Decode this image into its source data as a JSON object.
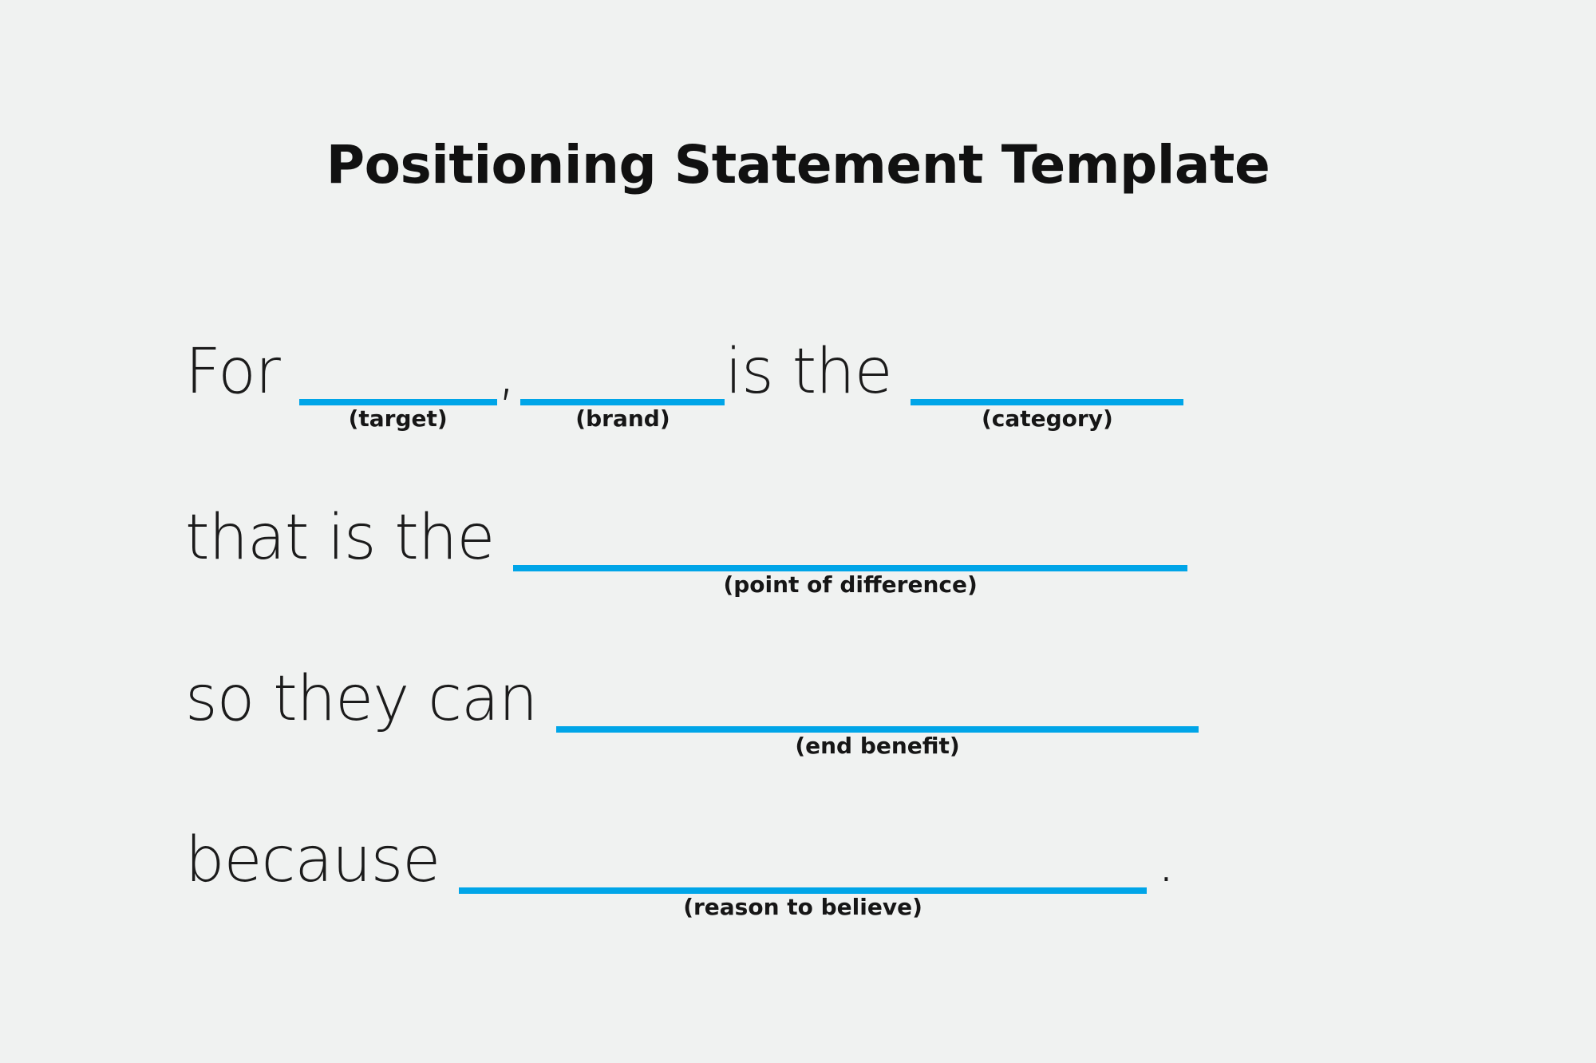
{
  "page": {
    "title": "Positioning Statement Template",
    "background_color": "#f0f2f1",
    "accent_color": "#00a5e8",
    "text_color": "#1b1b1b"
  },
  "template": {
    "lines": [
      {
        "id": "line-1",
        "segments": [
          {
            "type": "text",
            "value": "For "
          },
          {
            "type": "blank",
            "hint": "(target)"
          },
          {
            "type": "text",
            "value": ","
          },
          {
            "type": "blank",
            "hint": "(brand)"
          },
          {
            "type": "text",
            "value": "is the "
          },
          {
            "type": "blank",
            "hint": "(category)"
          }
        ]
      },
      {
        "id": "line-2",
        "segments": [
          {
            "type": "text",
            "value": "that is the "
          },
          {
            "type": "blank",
            "hint": "(point of difference)"
          }
        ]
      },
      {
        "id": "line-3",
        "segments": [
          {
            "type": "text",
            "value": "so they can "
          },
          {
            "type": "blank",
            "hint": "(end benefit)"
          }
        ]
      },
      {
        "id": "line-4",
        "segments": [
          {
            "type": "text",
            "value": "because "
          },
          {
            "type": "blank",
            "hint": "(reason to believe)"
          },
          {
            "type": "text",
            "value": "."
          }
        ]
      }
    ],
    "labels": {
      "target": "(target)",
      "brand": "(brand)",
      "category": "(category)",
      "point_of_difference": "(point of difference)",
      "end_benefit": "(end benefit)",
      "reason_to_believe": "(reason to believe)"
    },
    "words": {
      "for": "For ",
      "comma": ",",
      "is_the": "is the ",
      "that_is_the": "that is the ",
      "so_they_can": "so they can ",
      "because": "because ",
      "period": "."
    }
  }
}
